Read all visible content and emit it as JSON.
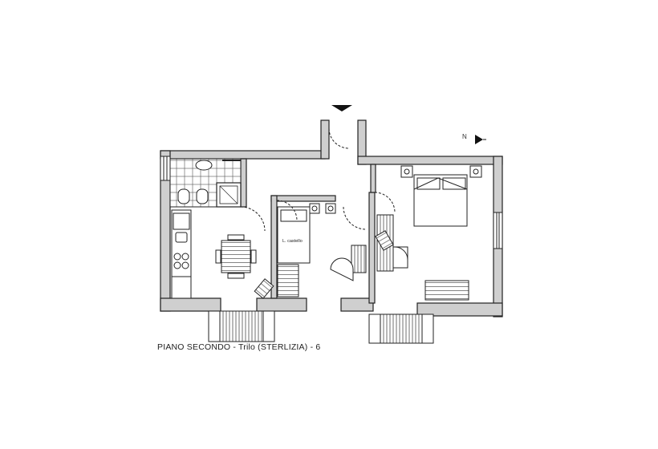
{
  "floor_plan": {
    "caption": "PIANO SECONDO - Trilo  (STERLIZIA) - 6",
    "north_label": "N",
    "room_labels": {
      "bunk_bed": "L. castello"
    },
    "icons": {
      "entrance_marker": "entrance-arrow-icon",
      "north_arrow": "north-arrow-icon"
    }
  }
}
